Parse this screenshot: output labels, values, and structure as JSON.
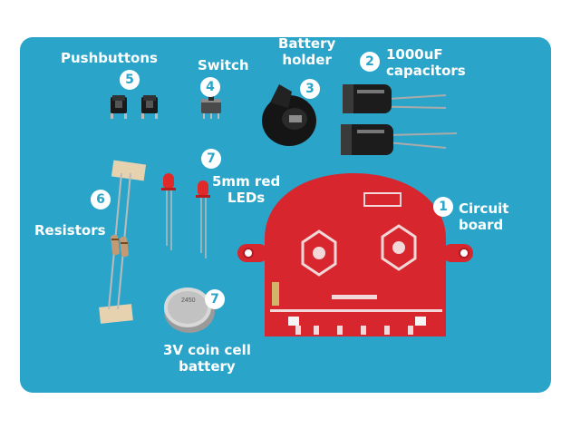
{
  "labels": {
    "pushbuttons": "Pushbuttons",
    "switch": "Switch",
    "battery_holder": "Battery\nholder",
    "capacitors": "1000uF\ncapacitors",
    "resistors": "Resistors",
    "leds": "5mm red\nLEDs",
    "circuit_board": "Circuit\nboard",
    "coin_cell": "3V coin cell\nbattery"
  },
  "badges": {
    "pushbuttons": "5",
    "switch": "4",
    "battery_holder": "3",
    "capacitors": "2",
    "resistors": "6",
    "leds": "7",
    "circuit_board": "1",
    "coin_cell": "7"
  },
  "coin_text": "2450",
  "colors": {
    "background": "#2aa5c9",
    "pcb_red": "#d8262e",
    "badge_text": "#2aa5c9",
    "label_text": "#ffffff"
  }
}
